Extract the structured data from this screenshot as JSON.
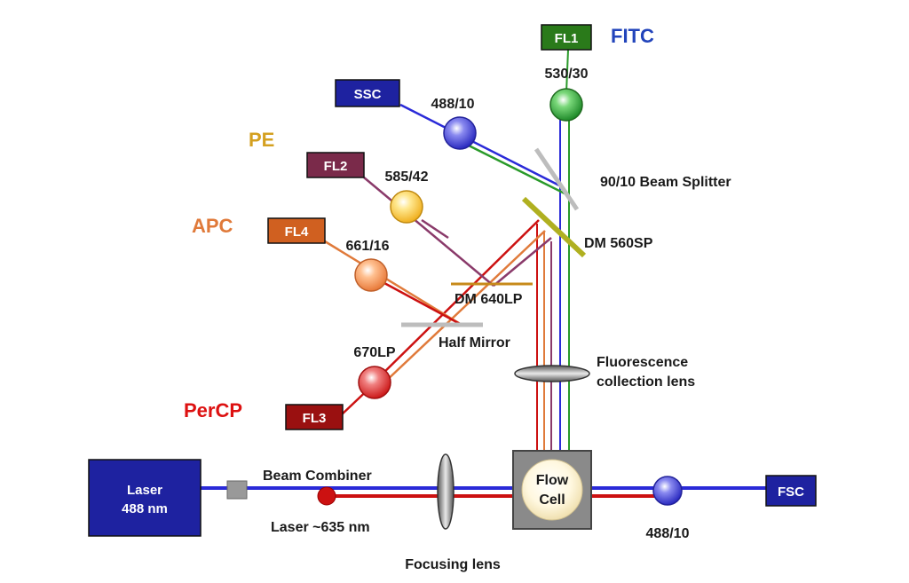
{
  "detectors": {
    "fl1": "FL1",
    "ssc": "SSC",
    "fl2": "FL2",
    "fl4": "FL4",
    "fl3": "FL3",
    "fsc": "FSC"
  },
  "dyes": {
    "fitc": "FITC",
    "pe": "PE",
    "apc": "APC",
    "percp": "PerCP"
  },
  "filters": {
    "f530": "530/30",
    "f488_ssc": "488/10",
    "f585": "585/42",
    "f661": "661/16",
    "f670": "670LP",
    "f488_fsc": "488/10"
  },
  "optics": {
    "beam_splitter": "90/10 Beam Splitter",
    "dm560": "DM 560SP",
    "dm640": "DM 640LP",
    "half_mirror": "Half Mirror",
    "fluor_lens_1": "Fluorescence",
    "fluor_lens_2": "collection lens",
    "beam_combiner": "Beam Combiner",
    "laser_635": "Laser ~635 nm",
    "focusing_lens": "Focusing lens"
  },
  "laser_488": {
    "line1": "Laser",
    "line2": "488 nm"
  },
  "flow_cell": {
    "line1": "Flow",
    "line2": "Cell"
  },
  "colors": {
    "blue_beam": "#2a2ad8",
    "red_beam": "#cc1111",
    "green_beam": "#2a9a2a",
    "orange_beam": "#e07a3a",
    "purple_beam": "#8a3a6a",
    "fitc": "#2244bb",
    "pe": "#d4a020",
    "apc": "#e07a3a",
    "percp": "#dd1111",
    "fl1_box": "#2a7a1a",
    "ssc_box": "#1e22a0",
    "fl2_box": "#7a2a4a",
    "fl4_box": "#d06020",
    "fl3_box": "#9a1010",
    "fsc_box": "#1e22a0",
    "laser_box": "#1e22a0"
  }
}
